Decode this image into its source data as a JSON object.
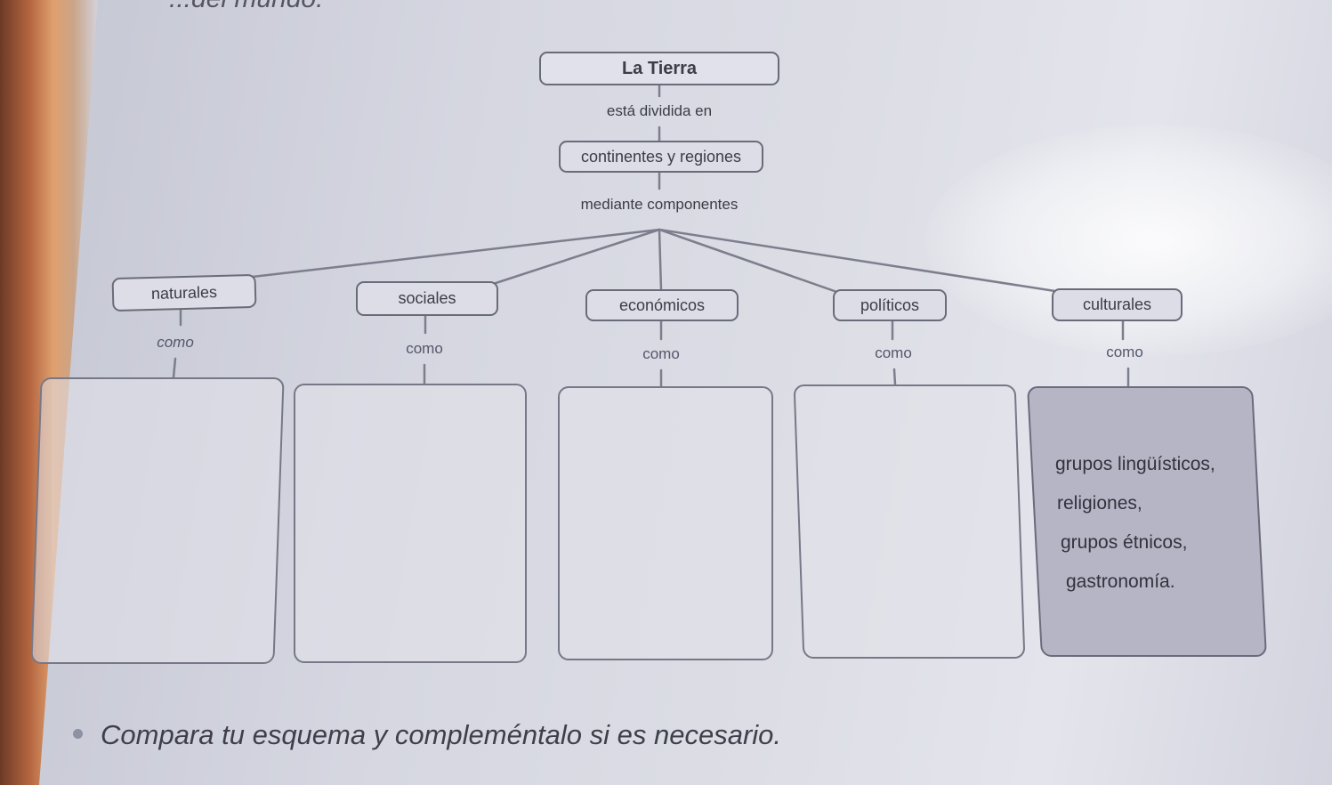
{
  "top_cut_text": "...del mundo.",
  "diagram": {
    "root": "La Tierra",
    "link_1": "está dividida en",
    "level_2": "continentes y regiones",
    "link_2": "mediante componentes",
    "components": [
      {
        "label": "naturales",
        "link": "como"
      },
      {
        "label": "sociales",
        "link": "como"
      },
      {
        "label": "económicos",
        "link": "como"
      },
      {
        "label": "políticos",
        "link": "como"
      },
      {
        "label": "culturales",
        "link": "como"
      }
    ],
    "culturales_examples": [
      "grupos lingüísticos,",
      "religiones,",
      "grupos étnicos,",
      "gastronomía."
    ]
  },
  "instruction": "Compara tu esquema y compleméntalo si es necesario.",
  "colors": {
    "line": "#7d7e8c",
    "box_border": "#6a6b78",
    "filled_box": "#b5b5c6"
  }
}
